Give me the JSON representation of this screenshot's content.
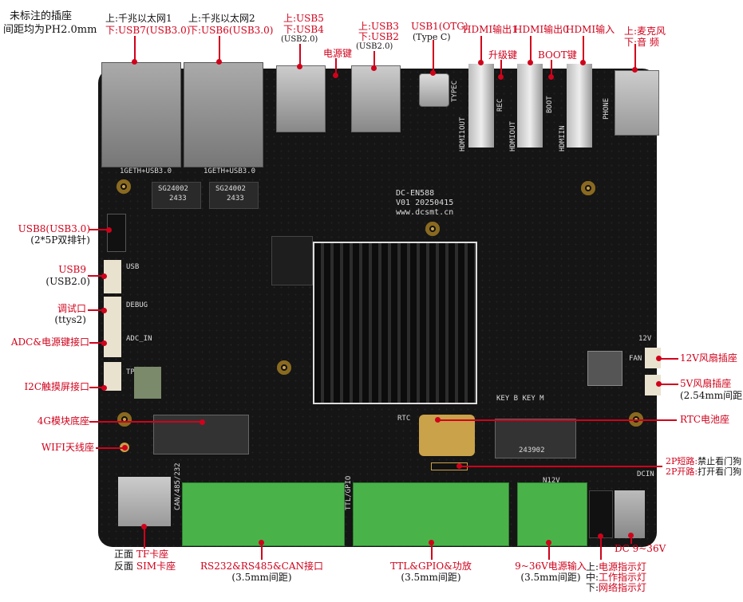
{
  "title_note": {
    "line1": "未标注的插座",
    "line2": "间距均为PH2.0mm"
  },
  "top_labels": {
    "eth1": {
      "top": "上:千兆以太网1",
      "bottom": "下:USB7(USB3.0)"
    },
    "eth2": {
      "top": "上:千兆以太网2",
      "bottom": "下:USB6(USB3.0)"
    },
    "usb54": {
      "top": "上:USB5",
      "bottom": "下:USB4",
      "sub": "(USB2.0)"
    },
    "power_key": "电源键",
    "usb32": {
      "top": "上:USB3",
      "bottom": "下:USB2",
      "sub": "(USB2.0)"
    },
    "usb1": {
      "top": "USB1(OTG)",
      "sub": "(Type C)"
    },
    "hdmi_out1": "HDMI输出1",
    "upgrade_key": "升级键",
    "hdmi_out0": "HDMI输出0",
    "boot_key": "BOOT键",
    "hdmi_in": "HDMI输入",
    "mic": {
      "top": "上:麦克风",
      "bottom": "下:音  频"
    }
  },
  "left_labels": {
    "usb8": {
      "main": "USB8(USB3.0)",
      "sub": "(2*5P双排针)"
    },
    "usb9": {
      "main": "USB9",
      "sub": "(USB2.0)"
    },
    "debug": {
      "main": "调试口",
      "sub": "(ttys2)"
    },
    "adc": "ADC&电源键接口",
    "i2c": "I2C触摸屏接口",
    "lte": "4G模块底座",
    "wifi": "WIFI天线座"
  },
  "right_labels": {
    "fan12": "12V风扇插座",
    "fan5": {
      "main": "5V风扇插座",
      "sub": "(2.54mm间距)"
    },
    "rtc": "RTC电池座",
    "wdt": {
      "line1_red": "2P短路:",
      "line1": "禁止看门狗",
      "line2_red": "2P开路:",
      "line2": "打开看门狗"
    },
    "dc": "DC 9~36V"
  },
  "bottom_labels": {
    "tf": {
      "l1a": "正面",
      "l1b": "TF卡座",
      "l2a": "反面",
      "l2b": "SIM卡座"
    },
    "rs": {
      "main": "RS232&RS485&CAN接口",
      "sub": "(3.5mm间距)"
    },
    "ttl": {
      "main": "TTL&GPIO&功放",
      "sub": "(3.5mm间距)"
    },
    "pwr": {
      "main": "9~36V电源输入",
      "sub": "(3.5mm间距)"
    },
    "leds": {
      "l1a": "上:",
      "l1b": "电源指示灯",
      "l2a": "中:",
      "l2b": "工作指示灯",
      "l3a": "下:",
      "l3b": "网络指示灯"
    }
  },
  "silkscreen": {
    "eth1": "1GETH+USB3.0",
    "eth2": "1GETH+USB3.0",
    "model": "DC-EN588",
    "version": "V01 20250415",
    "site": "www.dcsmt.cn",
    "ic1": "SG24002",
    "ic1b": "2433",
    "ic2": "SG24002",
    "ic2b": "2433",
    "m2": "KEY B  KEY M",
    "lte_ic": "243902",
    "dcin": "DCIN",
    "usb": "USB",
    "debug": "DEBUG",
    "adcin": "ADC_IN",
    "tp": "TP",
    "fan": "FAN",
    "v12": "12V",
    "phone": "PHONE",
    "hdmiin": "HDMIIN",
    "hdmiout": "HDMIOUT",
    "hdmi1out": "HDMI1OUT",
    "rec": "REC",
    "boot": "BOOT",
    "typec": "TYPEC",
    "rtc": "RTC",
    "can": "CAN/485/232",
    "ttl": "TTL/GPIO",
    "n12v": "N12V"
  }
}
